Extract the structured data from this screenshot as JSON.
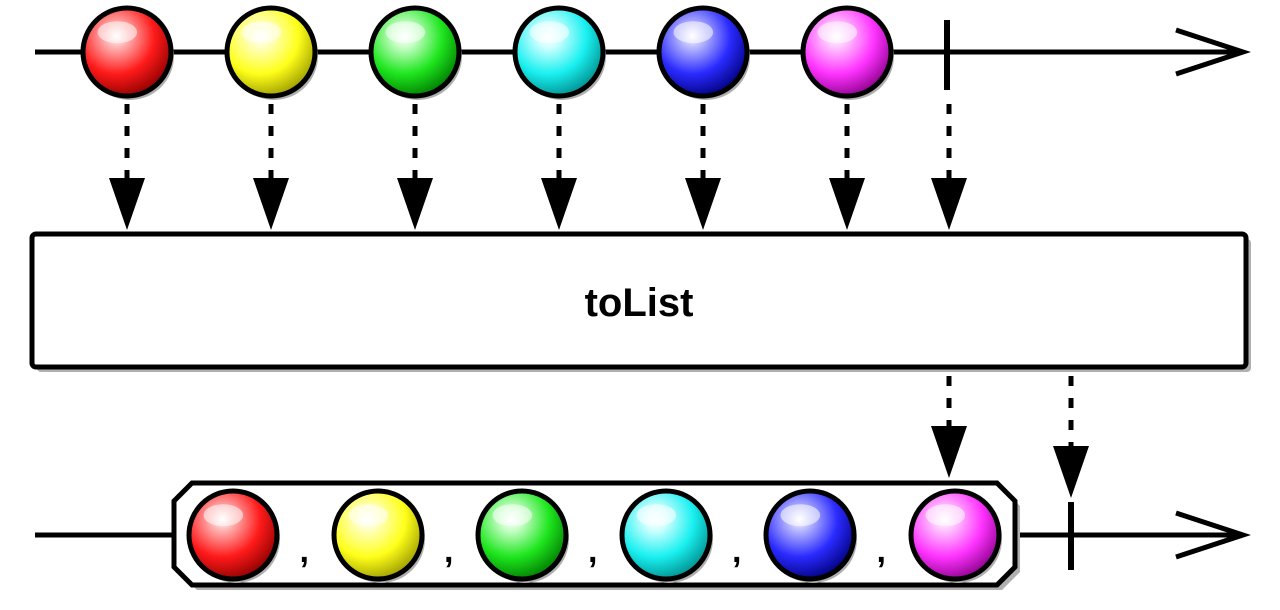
{
  "operator": {
    "label": "toList"
  },
  "source_items": [
    {
      "color": "red",
      "light": "#ffb3b3",
      "base": "#ff1a1a",
      "dark": "#8c0000"
    },
    {
      "color": "yellow",
      "light": "#ffffc0",
      "base": "#ffff1a",
      "dark": "#9a9a00"
    },
    {
      "color": "green",
      "light": "#c8ffc8",
      "base": "#1ee61e",
      "dark": "#007a00"
    },
    {
      "color": "cyan",
      "light": "#d0ffff",
      "base": "#1af0f0",
      "dark": "#008c8c"
    },
    {
      "color": "blue",
      "light": "#b9b9ff",
      "base": "#2a2aff",
      "dark": "#00007a"
    },
    {
      "color": "magenta",
      "light": "#ffc6ff",
      "base": "#ff33ff",
      "dark": "#8c008c"
    }
  ],
  "list_separator": ",",
  "colors": {
    "stroke": "#000000",
    "background": "#ffffff",
    "shadow": "#b0b0b0"
  }
}
